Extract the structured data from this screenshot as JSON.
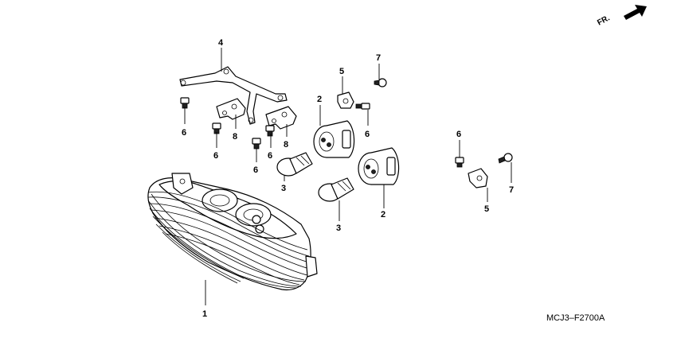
{
  "diagram": {
    "direction_label": "FR.",
    "diagram_code": "MCJ3–F2700A",
    "callouts": {
      "c1": "1",
      "c2a": "2",
      "c2b": "2",
      "c3a": "3",
      "c3b": "3",
      "c4": "4",
      "c5a": "5",
      "c5b": "5",
      "c6a": "6",
      "c6b": "6",
      "c6c": "6",
      "c6d": "6",
      "c6e": "6",
      "c6f": "6",
      "c7a": "7",
      "c7b": "7",
      "c8a": "8",
      "c8b": "8"
    }
  }
}
